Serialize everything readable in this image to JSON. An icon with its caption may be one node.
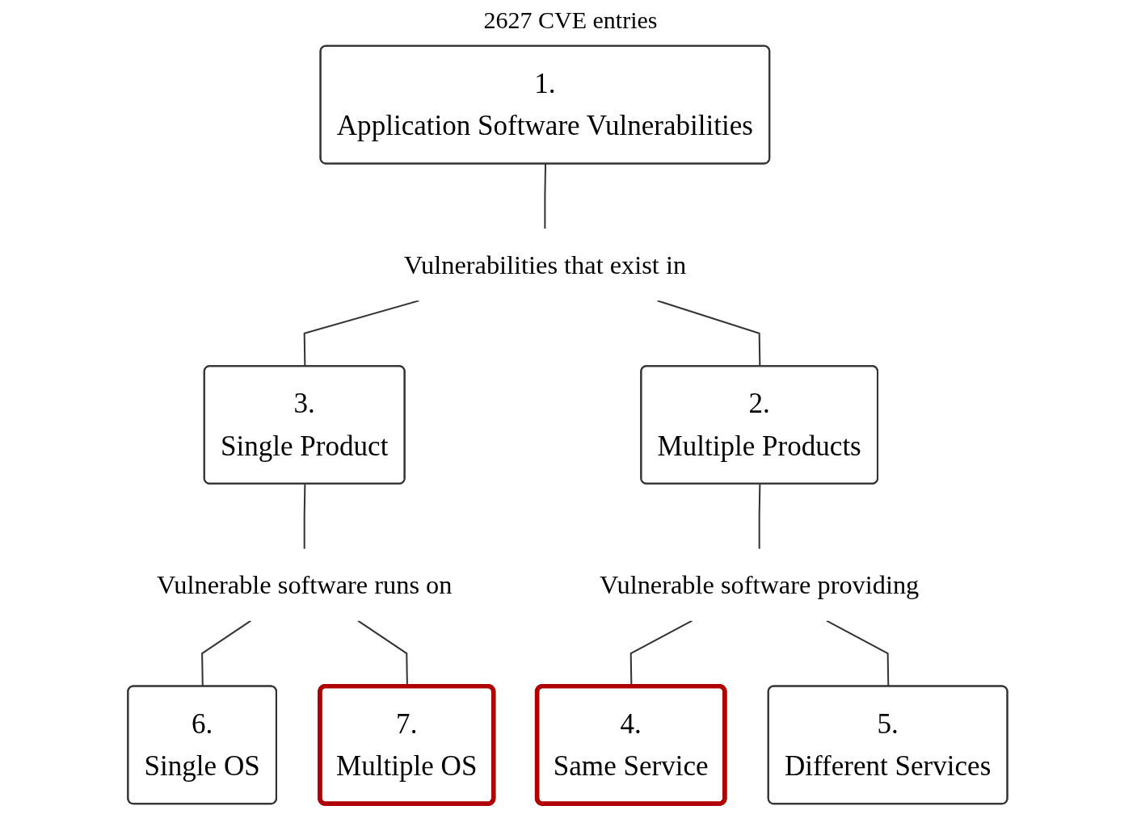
{
  "diagram": {
    "title": "2627 CVE entries",
    "nodes": [
      {
        "text": [
          "1.",
          "Application Software Vulnerabilities"
        ]
      },
      {
        "text": [
          "Vulnerabilities that exist  in"
        ]
      },
      {
        "text": [
          "3.",
          "Single Product"
        ]
      },
      {
        "text": [
          "2.",
          "Multiple Products"
        ]
      },
      {
        "text": [
          "Vulnerable software runs on"
        ]
      },
      {
        "text": [
          "Vulnerable software providing"
        ]
      },
      {
        "text": [
          "6.",
          "Single OS"
        ]
      },
      {
        "text": [
          "7.",
          "Multiple OS"
        ]
      },
      {
        "text": [
          "4.",
          "Same Service"
        ]
      },
      {
        "text": [
          "5.",
          "Different Services"
        ]
      }
    ],
    "edges": [
      {
        "from": 0,
        "to": 1,
        "arrow": "none"
      },
      {
        "from": 1,
        "to": 2,
        "arrow": "none"
      },
      {
        "from": 1,
        "to": 3,
        "arrow": "none"
      },
      {
        "from": 2,
        "to": 4,
        "arrow": "none"
      },
      {
        "from": 3,
        "to": 5,
        "arrow": "none"
      },
      {
        "from": 4,
        "to": 6,
        "arrow": "none"
      },
      {
        "from": 4,
        "to": 7,
        "arrow": "none"
      },
      {
        "from": 5,
        "to": 8,
        "arrow": "none"
      },
      {
        "from": 5,
        "to": 9,
        "arrow": "none"
      }
    ]
  }
}
